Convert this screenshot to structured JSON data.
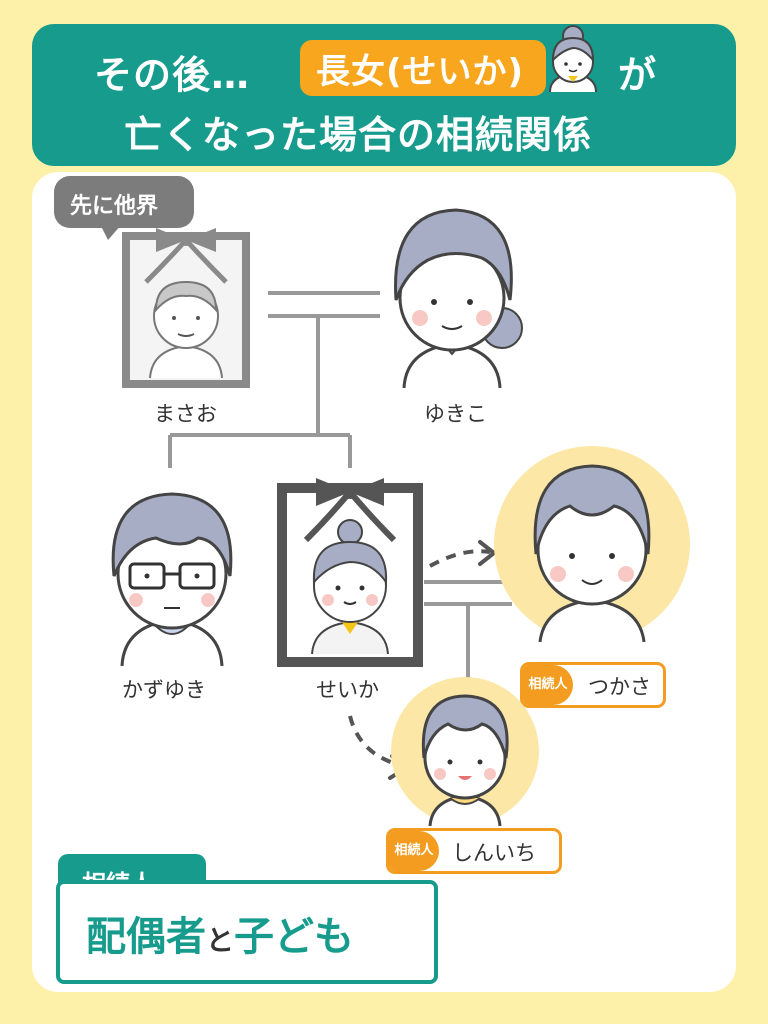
{
  "header": {
    "line1_before": "その後…",
    "badge": "長女(せいか)",
    "line1_after": "が",
    "line2": "亡くなった場合の相続関係"
  },
  "bubble": {
    "text": "先に他界"
  },
  "people": {
    "masao": "まさお",
    "yukiko": "ゆきこ",
    "kazuyuki": "かずゆき",
    "seika": "せいか",
    "tsukasa": "つかさ",
    "shinichi": "しんいち"
  },
  "heir_label": "相続人",
  "summary": {
    "title": "相続人",
    "part1": "配偶者",
    "conj": "と",
    "part2": "子ども"
  },
  "colors": {
    "background": "#fdf0a8",
    "teal": "#169b8d",
    "orange": "#f39c1f",
    "hair_gray": "#a7adc4",
    "highlight": "#fde7a6"
  }
}
